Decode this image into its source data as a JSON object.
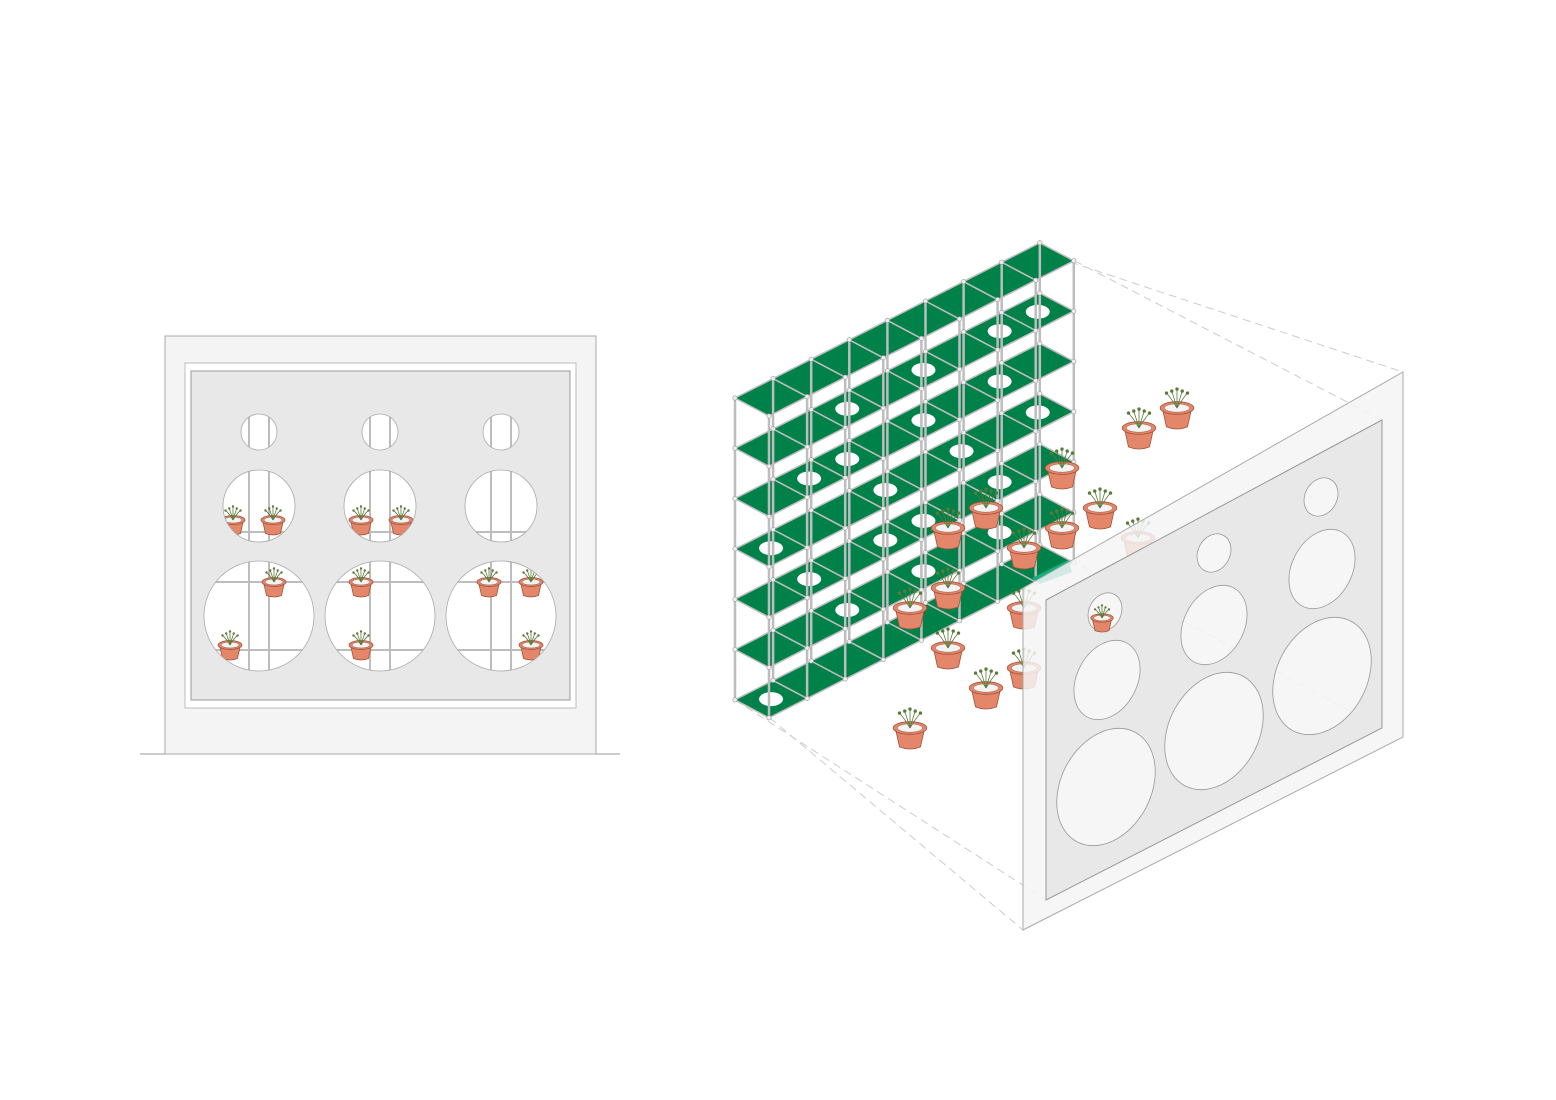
{
  "colors": {
    "shelf_green": "#00814a",
    "frame_grey": "#bdbdbd",
    "panel_grey": "#e8e8e8",
    "panel_light": "#f4f4f4",
    "pot_terracotta": "#e4866a",
    "pot_outline": "#a0543c",
    "plant_green": "#5a7a3a",
    "accent_teal": "#13b07f"
  },
  "shelf": {
    "levels": 7,
    "columns": 8
  },
  "elevation": {
    "hole_rows": 3,
    "hole_columns": 3
  }
}
